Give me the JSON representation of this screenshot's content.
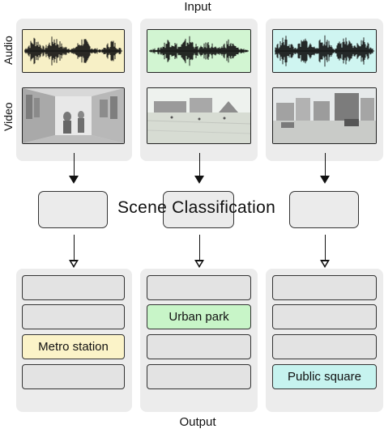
{
  "labels": {
    "input": "Input",
    "output": "Output",
    "audio": "Audio",
    "video": "Video",
    "scene_classification": "Scene Classification"
  },
  "columns": [
    {
      "audio_color": "#f7f0c6",
      "video_scene": "metro-interior",
      "result": "Metro station",
      "result_color": "#fbf3c8",
      "result_index": 2
    },
    {
      "audio_color": "#d2f5d2",
      "video_scene": "urban-park",
      "result": "Urban park",
      "result_color": "#c8f5c8",
      "result_index": 1
    },
    {
      "audio_color": "#cff5f1",
      "video_scene": "public-square",
      "result": "Public square",
      "result_color": "#c6f3ef",
      "result_index": 3
    }
  ]
}
